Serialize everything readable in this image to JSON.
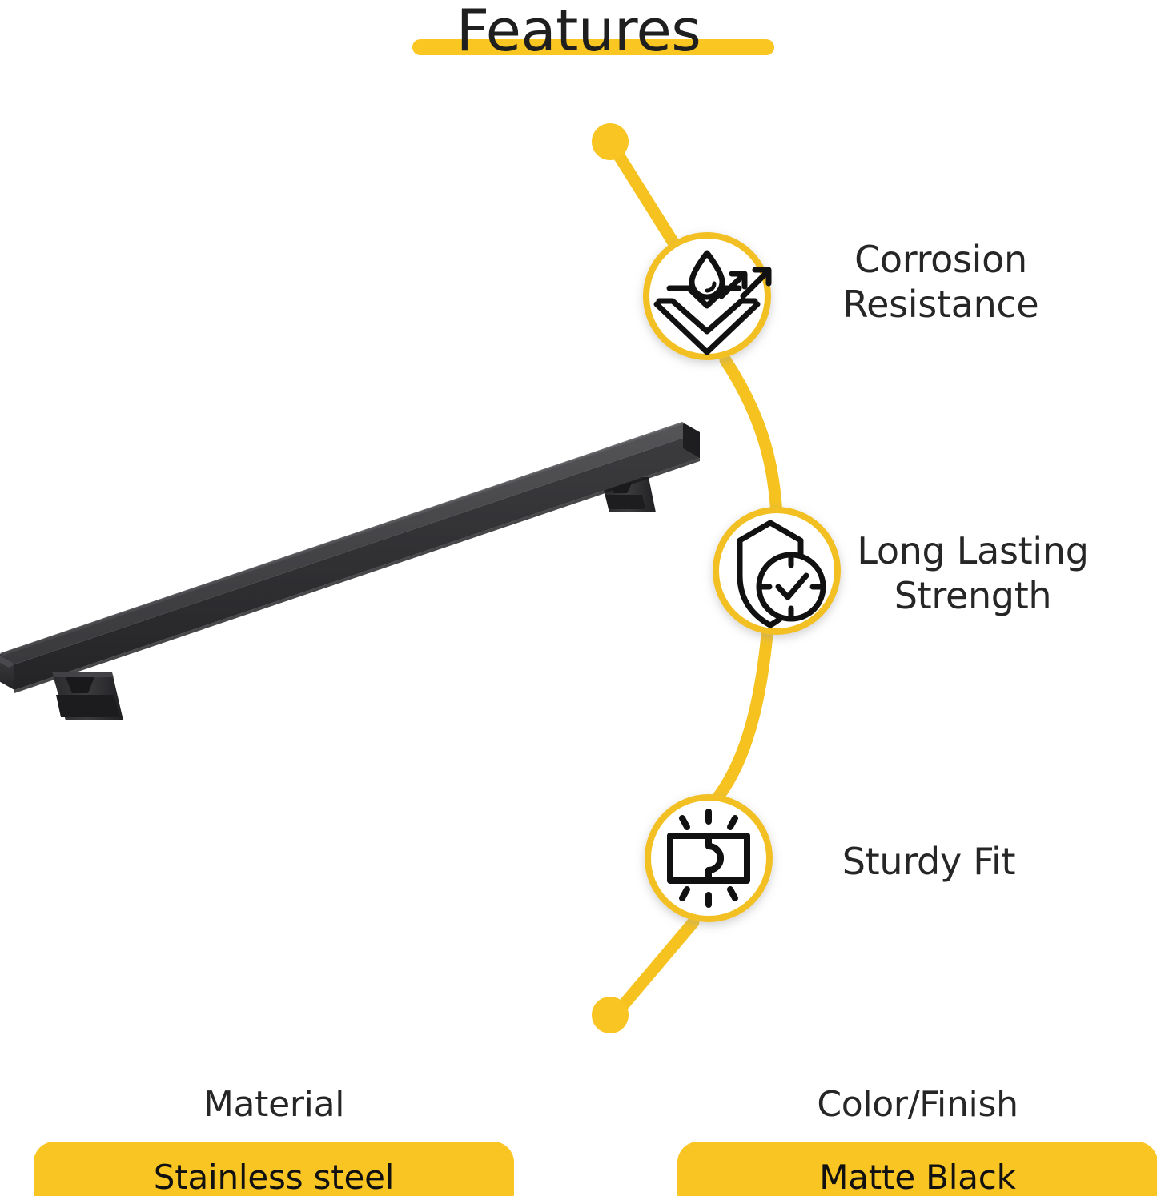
{
  "header": {
    "title": "Features",
    "underline_color": "#F9C622"
  },
  "theme": {
    "accent_yellow": "#F9C522",
    "icon_ring": "#F2C021",
    "text_dark": "#262626",
    "product_black": "#3a3a3a"
  },
  "product": {
    "name": "matte-black-square-handrail",
    "description": "Matte black square-profile handrail with two mounting posts"
  },
  "features": [
    {
      "icon": "water-repellent-icon",
      "label": "Corrosion\nResistance",
      "line1": "Corrosion",
      "line2": "Resistance"
    },
    {
      "icon": "shield-clock-check-icon",
      "label": "Long Lasting\nStrength",
      "line1": "Long Lasting",
      "line2": "Strength"
    },
    {
      "icon": "puzzle-fit-icon",
      "label": "Sturdy Fit",
      "line1": "Sturdy Fit",
      "line2": ""
    }
  ],
  "specs": [
    {
      "label": "Material",
      "value": "Stainless steel"
    },
    {
      "label": "Color/Finish",
      "value": "Matte Black"
    }
  ]
}
